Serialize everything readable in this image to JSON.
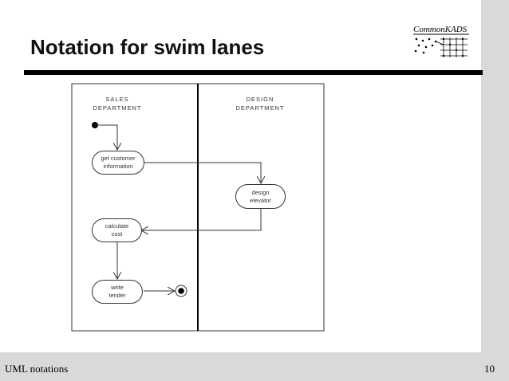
{
  "slide": {
    "title": "Notation for swim lanes",
    "logo_text": "CommonKADS",
    "footer_left": "UML notations",
    "page_number": "10"
  },
  "diagram": {
    "lanes": [
      {
        "label": "SALES\nDEPARTMENT"
      },
      {
        "label": "DESIGN\nDEPARTMENT"
      }
    ],
    "activities": {
      "get_customer_information": "get customer\ninformation",
      "design_elevator": "design\nelevator",
      "calculate_cost": "calculate\ncost",
      "write_tender": "write\ntender"
    },
    "start_node": "initial",
    "end_node": "final"
  }
}
